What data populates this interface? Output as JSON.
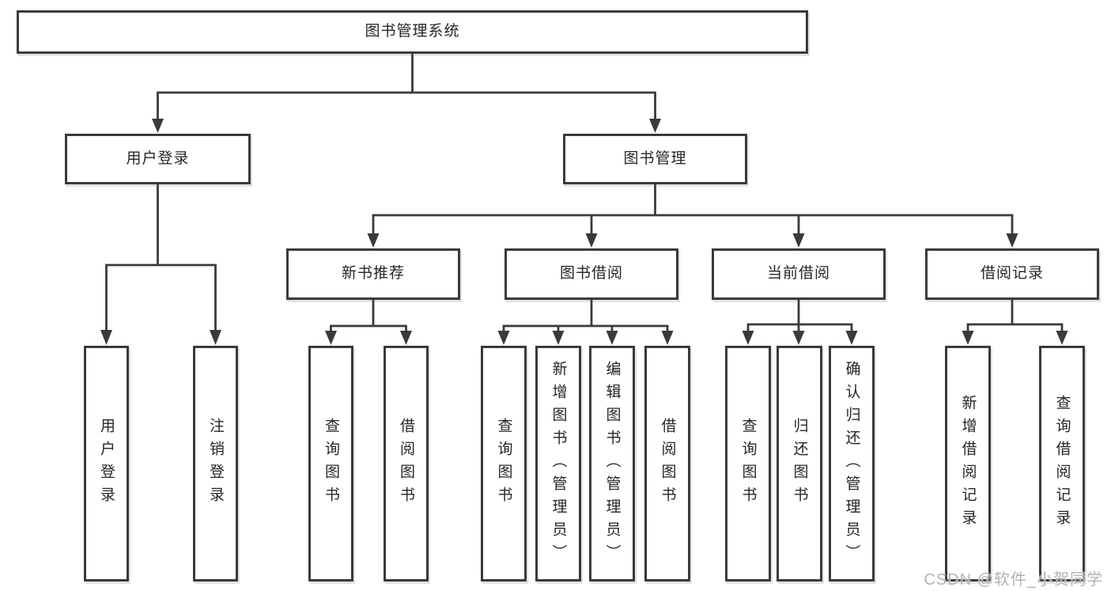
{
  "colors": {
    "line": "#3a3a3a",
    "box_border": "#3a3a3a",
    "box_fill": "#ffffff",
    "text": "#262626",
    "watermark": "#b3b3b3"
  },
  "watermark": {
    "text": "CSDN @软件_小贺同学"
  },
  "tree": {
    "label": "图书管理系统",
    "children": [
      {
        "label": "用户登录",
        "children": [
          {
            "label": "用户登录"
          },
          {
            "label": "注销登录"
          }
        ]
      },
      {
        "label": "图书管理",
        "children": [
          {
            "label": "新书推荐",
            "children": [
              {
                "label": "查询图书"
              },
              {
                "label": "借阅图书"
              }
            ]
          },
          {
            "label": "图书借阅",
            "children": [
              {
                "label": "查询图书"
              },
              {
                "label": "新增图书（管理员）"
              },
              {
                "label": "编辑图书（管理员）"
              },
              {
                "label": "借阅图书"
              }
            ]
          },
          {
            "label": "当前借阅",
            "children": [
              {
                "label": "查询图书"
              },
              {
                "label": "归还图书"
              },
              {
                "label": "确认归还（管理员）"
              }
            ]
          },
          {
            "label": "借阅记录",
            "children": [
              {
                "label": "新增借阅记录"
              },
              {
                "label": "查询借阅记录"
              }
            ]
          }
        ]
      }
    ]
  }
}
